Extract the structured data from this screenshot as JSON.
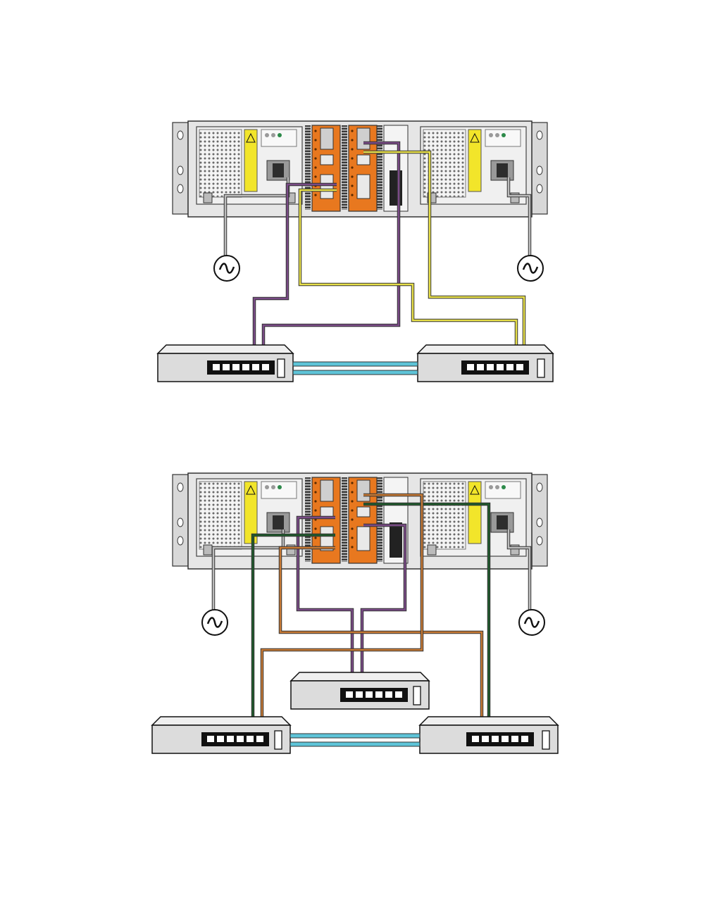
{
  "colors": {
    "chassis": "#e6e6e6",
    "chassis_dark": "#9a9a9a",
    "psu_label": "#f2e52a",
    "controller": "#e8781f",
    "purple": "#7a4b86",
    "yellow": "#e8e04a",
    "green": "#1f5a2c",
    "orange": "#c77a35",
    "stack_cable": "#5ec4d8",
    "switch_body": "#dcdcdc",
    "switch_port_strip": "#111111",
    "power_cable": "#bdbdbd"
  },
  "icons": {
    "ac_power": "ac-sine-icon",
    "warning": "warning-triangle-icon"
  },
  "diagrams": [
    {
      "name": "two-switch-configuration",
      "switch_count": 2,
      "cable_colors": [
        "purple",
        "yellow"
      ]
    },
    {
      "name": "three-switch-configuration",
      "switch_count": 3,
      "cable_colors": [
        "purple",
        "green",
        "orange"
      ]
    }
  ]
}
